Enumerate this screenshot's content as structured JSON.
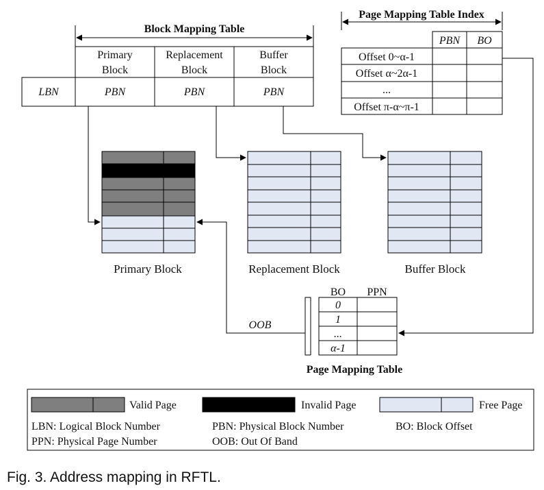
{
  "block_mapping_table": {
    "title": "Block Mapping Table",
    "headers": [
      {
        "line1": "Primary",
        "line2": "Block"
      },
      {
        "line1": "Replacement",
        "line2": "Block"
      },
      {
        "line1": "Buffer",
        "line2": "Block"
      }
    ],
    "row": [
      "LBN",
      "PBN",
      "PBN",
      "PBN"
    ]
  },
  "page_mapping_table_index": {
    "title": "Page Mapping Table Index",
    "headers": [
      "PBN",
      "BO"
    ],
    "rows": [
      "Offset 0~α-1",
      "Offset α~2α-1",
      "...",
      "Offset π-α~π-1"
    ]
  },
  "blocks": {
    "primary": "Primary Block",
    "replacement": "Replacement Block",
    "buffer": "Buffer Block"
  },
  "page_mapping_table": {
    "title": "Page Mapping Table",
    "headers": [
      "BO",
      "PPN"
    ],
    "rows": [
      "0",
      "1",
      "...",
      "α-1"
    ]
  },
  "oob_label": "OOB",
  "legend": {
    "valid": "Valid Page",
    "invalid": "Invalid Page",
    "free": "Free Page",
    "abbreviations": [
      "LBN: Logical Block Number",
      "PBN: Physical Block Number",
      "BO: Block Offset",
      "PPN: Physical Page Number",
      "OOB: Out Of Band"
    ]
  },
  "caption": "Fig. 3. Address mapping in RFTL.",
  "colors": {
    "valid": "#7f7f7f",
    "invalid": "#000000",
    "free": "#e1e8f4",
    "line": "#000000"
  }
}
